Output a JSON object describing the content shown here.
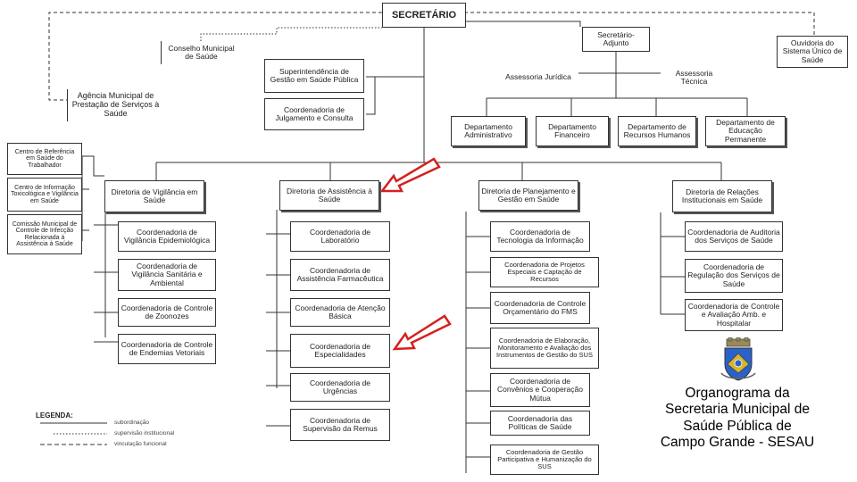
{
  "nodes": {
    "secretario": "SECRETÁRIO",
    "secretario_adjunto": "Secretário-Adjunto",
    "ouvidoria": "Ouvidoria do Sistema Único de Saúde",
    "conselho": "Conselho Municipal de Saúde",
    "superintendencia": "Superintendência de Gestão em Saúde Pública",
    "agencia": "Agência Municipal de Prestação de Serviços à Saúde",
    "coord_julgamento": "Coordenadoria de Julgamento e Consulta",
    "assessoria_juridica": "Assessoria Jurídica",
    "assessoria_tecnica": "Assessoria Técnica",
    "dep_administrativo": "Departamento Administrativo",
    "dep_financeiro": "Departamento Financeiro",
    "dep_rh": "Departamento de Recursos Humanos",
    "dep_educacao": "Departamento de Educação Permanente",
    "centro_referencia": "Centro de Referência em Saúde do Trabalhador",
    "centro_informacao": "Centro de Informação Toxicológica e Vigilância em Saúde",
    "comissao_infeccao": "Comissão Municipal de Controle de Infecção Relacionada à Assistência à Saúde",
    "dir_vigilancia": "Diretoria de Vigilância em Saúde",
    "dir_assistencia": "Diretoria de Assistência à Saúde",
    "dir_planejamento": "Diretoria de Planejamento e Gestão em Saúde",
    "dir_relacoes": "Diretoria de Relações Institucionais em Saúde",
    "vig_epidemiologica": "Coordenadoria de Vigilância Epidemiológica",
    "vig_sanitaria": "Coordenadoria de Vigilância Sanitária e Ambiental",
    "controle_zoonozes": "Coordenadoria de Controle de Zoonozes",
    "controle_endemias": "Coordenadoria de Controle de Endemias Vetoriais",
    "laboratorio": "Coordenadoria de Laboratório",
    "assist_farmaceutica": "Coordenadoria de Assistência Farmacêutica",
    "atencao_basica": "Coordenadoria de Atenção Básica",
    "especialidades": "Coordenadoria de Especialidades",
    "urgencias": "Coordenadoria de Urgências",
    "supervisao_remus": "Coordenadoria de Supervisão da Remus",
    "tecnologia": "Coordenadoria de Tecnologia da Informação",
    "projetos": "Coordenadoria de Projetos Especiais e Captação de Recursos",
    "orcamentario": "Coordenadoria de Controle Orçamentário do FMS",
    "elaboracao": "Coordenadoria de Elaboração, Monitoramento e Avaliação dos Instrumentos de Gestão do SUS",
    "convenios": "Coordenadoria de Convênios e Cooperação Mútua",
    "politicas": "Coordenadoria das Políticas de Saúde",
    "gestao_participativa": "Coordenadoria de Gestão Participativa e Humanização do SUS",
    "auditoria": "Coordenadoria de Auditoria dos Serviços de Saúde",
    "regulacao": "Coordenadoria de Regulação dos Serviços de Saúde",
    "avaliacao": "Coordenadoria de Controle e Avaliação Amb. e Hospitalar"
  },
  "caption": {
    "line1": "Organograma da",
    "line2": "Secretaria Municipal de",
    "line3": "Saúde Pública de",
    "line4": "Campo Grande - SESAU"
  },
  "legend": {
    "title": "LEGENDA:",
    "subordinacao": "subordinação",
    "supervisao": "supervisão institucional",
    "vinculacao": "vinculação funcional"
  },
  "colors": {
    "line": "#333333",
    "arrow": "#d42020",
    "crest_blue": "#2a62c9",
    "crest_gold": "#d8b52a"
  }
}
